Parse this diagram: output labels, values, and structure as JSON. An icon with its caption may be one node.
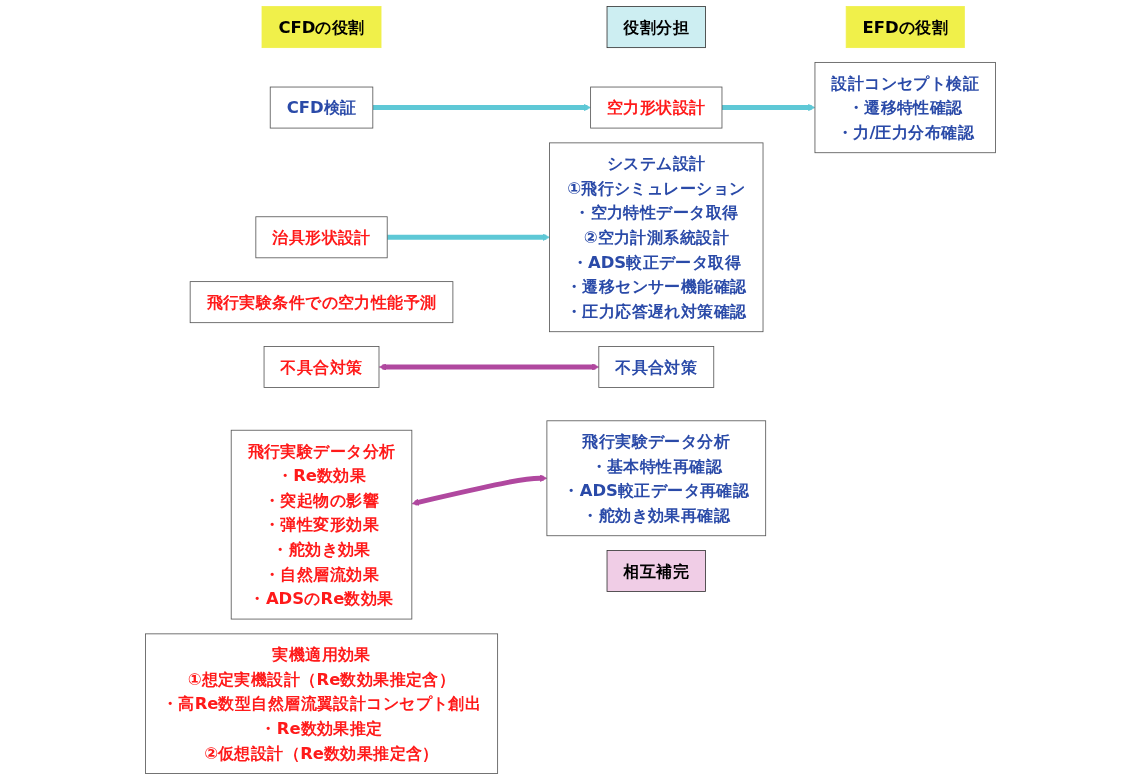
{
  "diagram": {
    "nodes": [
      {
        "text": [
          "CFDの役割"
        ]
      },
      {
        "text": [
          "役割分担"
        ]
      },
      {
        "text": [
          "EFDの役割"
        ]
      },
      {
        "text": [
          "空力形状設計"
        ]
      },
      {
        "text": [
          "CFD検証"
        ]
      },
      {
        "text": [
          "治具形状設計"
        ]
      },
      {
        "text": [
          "設計コンセプト検証",
          "・遷移特性確認",
          "・力/圧力分布確認"
        ]
      },
      {
        "text": [
          "飛行実験条件での空力性能予測"
        ]
      },
      {
        "text": [
          "システム設計",
          "①飛行シミュレーション",
          "・空力特性データ取得",
          "②空力計測系統設計",
          "・ADS較正データ取得",
          "・遷移センサー機能確認",
          "・圧力応答遅れ対策確認"
        ]
      },
      {
        "text": [
          "不具合対策"
        ]
      },
      {
        "text": [
          "飛行実験データ分析",
          "・Re数効果",
          "・突起物の影響",
          "・弾性変形効果",
          "・舵効き効果",
          "・自然層流効果",
          "・ADSのRe数効果"
        ]
      },
      {
        "text": [
          "相互補完"
        ]
      },
      {
        "text": [
          "不具合対策"
        ]
      },
      {
        "text": [
          "実機適用効果",
          "①想定実機設計（Re数効果推定含）",
          "・高Re数型自然層流翼設計コンセプト創出",
          "・Re数効果推定",
          "②仮想設計（Re数効果推定含）"
        ]
      },
      {
        "text": [
          "飛行実験データ分析",
          "・基本特性再確認",
          "・ADS較正データ再確認",
          "・舵効き効果再確認"
        ]
      }
    ],
    "edges": [
      {
        "from": 4,
        "to": 3,
        "arrow": "to"
      },
      {
        "from": 3,
        "to": 6,
        "arrow": "to"
      },
      {
        "from": 5,
        "to": 8,
        "arrow": "to"
      },
      {
        "from": 9,
        "to": 12,
        "arrow": "both",
        "color": "#b0489f"
      },
      {
        "from": 10,
        "to": 14,
        "arrow": "both",
        "color": "#b0489f"
      }
    ]
  }
}
